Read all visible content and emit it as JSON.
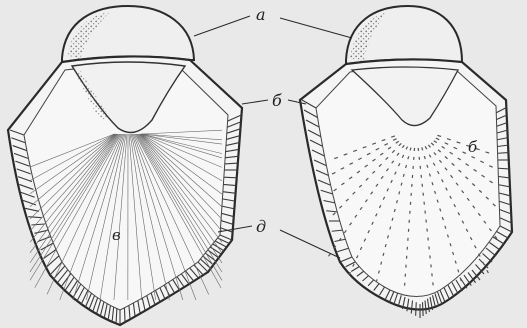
{
  "labels": {
    "a": "а",
    "b": "б",
    "v": "в",
    "d": "д"
  },
  "colors": {
    "background": "#e9e9e9",
    "ink": "#2a2a2a",
    "shell": "#f4f4f4"
  }
}
